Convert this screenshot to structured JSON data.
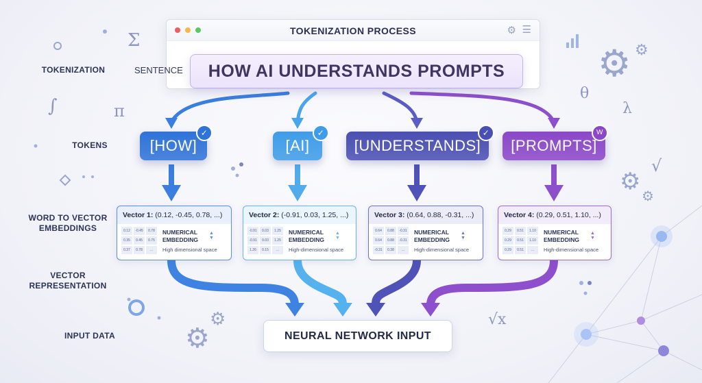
{
  "window": {
    "title": "TOKENIZATION PROCESS"
  },
  "row_labels": [
    "TOKENIZATION",
    "TOKENS",
    "WORD TO VECTOR\nEMBEDDINGS",
    "VECTOR\nREPRESENTATION",
    "INPUT DATA"
  ],
  "sentence": {
    "label": "SENTENCE",
    "text": "HOW AI UNDERSTANDS PROMPTS"
  },
  "tokens": [
    {
      "text": "[HOW]",
      "badge": "✓",
      "color": "#2f73d8"
    },
    {
      "text": "[AI]",
      "badge": "✓",
      "color": "#3f9ce8"
    },
    {
      "text": "[UNDERSTANDS]",
      "badge": "✓",
      "color": "#4a4fb2"
    },
    {
      "text": "[PROMPTS]",
      "badge": "W",
      "color": "#8b47c8"
    }
  ],
  "vectors": [
    {
      "name": "Vector 1:",
      "values": "(0.12, -0.45, 0.78, ...)",
      "embedding_label": "NUMERICAL EMBEDDING",
      "space_label": "High dimensional space",
      "cells": [
        "0.12",
        "-0.45",
        "0.78",
        "0.35",
        "0.45",
        "0.75",
        "0.37",
        "0.78",
        "..."
      ],
      "border": "#5b8fe0"
    },
    {
      "name": "Vector 2:",
      "values": "(-0.91, 0.03, 1.25, ...)",
      "embedding_label": "NUMERICAL EMBEDDING",
      "space_label": "High-dimensional space",
      "cells": [
        "-0.91",
        "0.03",
        "1.25",
        "-0.91",
        "0.03",
        "1.25",
        "1.26",
        "0.15",
        "..."
      ],
      "border": "#67b4ee"
    },
    {
      "name": "Vector 3:",
      "values": "(0.64, 0.88, -0.31, ...)",
      "embedding_label": "NUMERICAL EMBEDDING",
      "space_label": "High-dimensional space",
      "cells": [
        "0.64",
        "0.88",
        "-0.31",
        "0.64",
        "0.88",
        "-0.31",
        "-0.31",
        "0.38",
        "..."
      ],
      "border": "#6d73c2"
    },
    {
      "name": "Vector 4:",
      "values": "(0.29, 0.51, 1.10, ...)",
      "embedding_label": "NUMERICAL EMBEDDING",
      "space_label": "High-dimensional space",
      "cells": [
        "0.29",
        "0.51",
        "1.10",
        "0.29",
        "0.51",
        "1.10",
        "0.29",
        "0.51",
        "..."
      ],
      "border": "#a06ad6"
    }
  ],
  "nn_input": "NEURAL NETWORK INPUT",
  "decor_glyphs": [
    "Σ",
    "∫",
    "π",
    "θ",
    "λ",
    "√",
    "√x"
  ],
  "colors": {
    "how": "#2f73d8",
    "ai": "#3f9ce8",
    "understands": "#4a4fb2",
    "prompts": "#8b47c8"
  }
}
